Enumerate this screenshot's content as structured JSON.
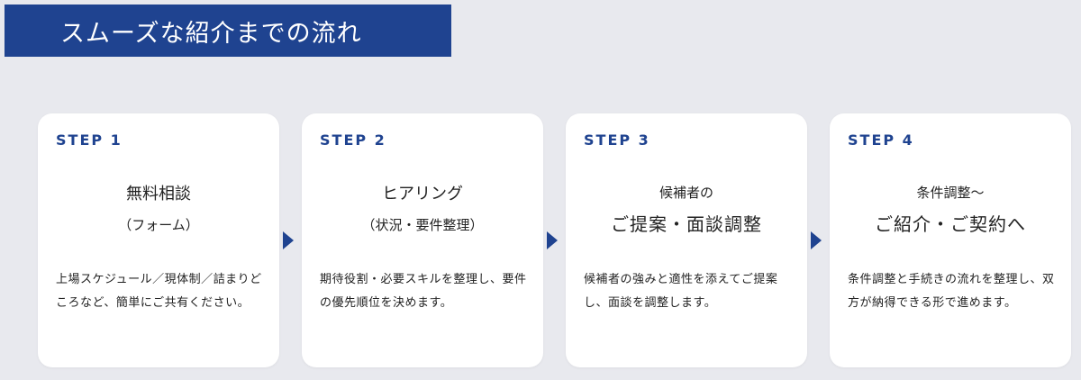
{
  "heading": "スムーズな紹介までの流れ",
  "colors": {
    "accent": "#1f4390",
    "background": "#e8e9ee",
    "card": "#ffffff"
  },
  "steps": [
    {
      "label": "STEP 1",
      "title": "無料相談",
      "subtitle": "（フォーム）",
      "description": "上場スケジュール／現体制／詰まりどころなど、簡単にご共有ください。"
    },
    {
      "label": "STEP 2",
      "title": "ヒアリング",
      "subtitle": "（状況・要件整理）",
      "description": "期待役割・必要スキルを整理し、要件の優先順位を決めます。"
    },
    {
      "label": "STEP 3",
      "title_small": "候補者の",
      "title_large": "ご提案・面談調整",
      "description": "候補者の強みと適性を添えてご提案し、面談を調整します。"
    },
    {
      "label": "STEP 4",
      "title_small": "条件調整〜",
      "title_large": "ご紹介・ご契約へ",
      "description": "条件調整と手続きの流れを整理し、双方が納得できる形で進めます。"
    }
  ]
}
